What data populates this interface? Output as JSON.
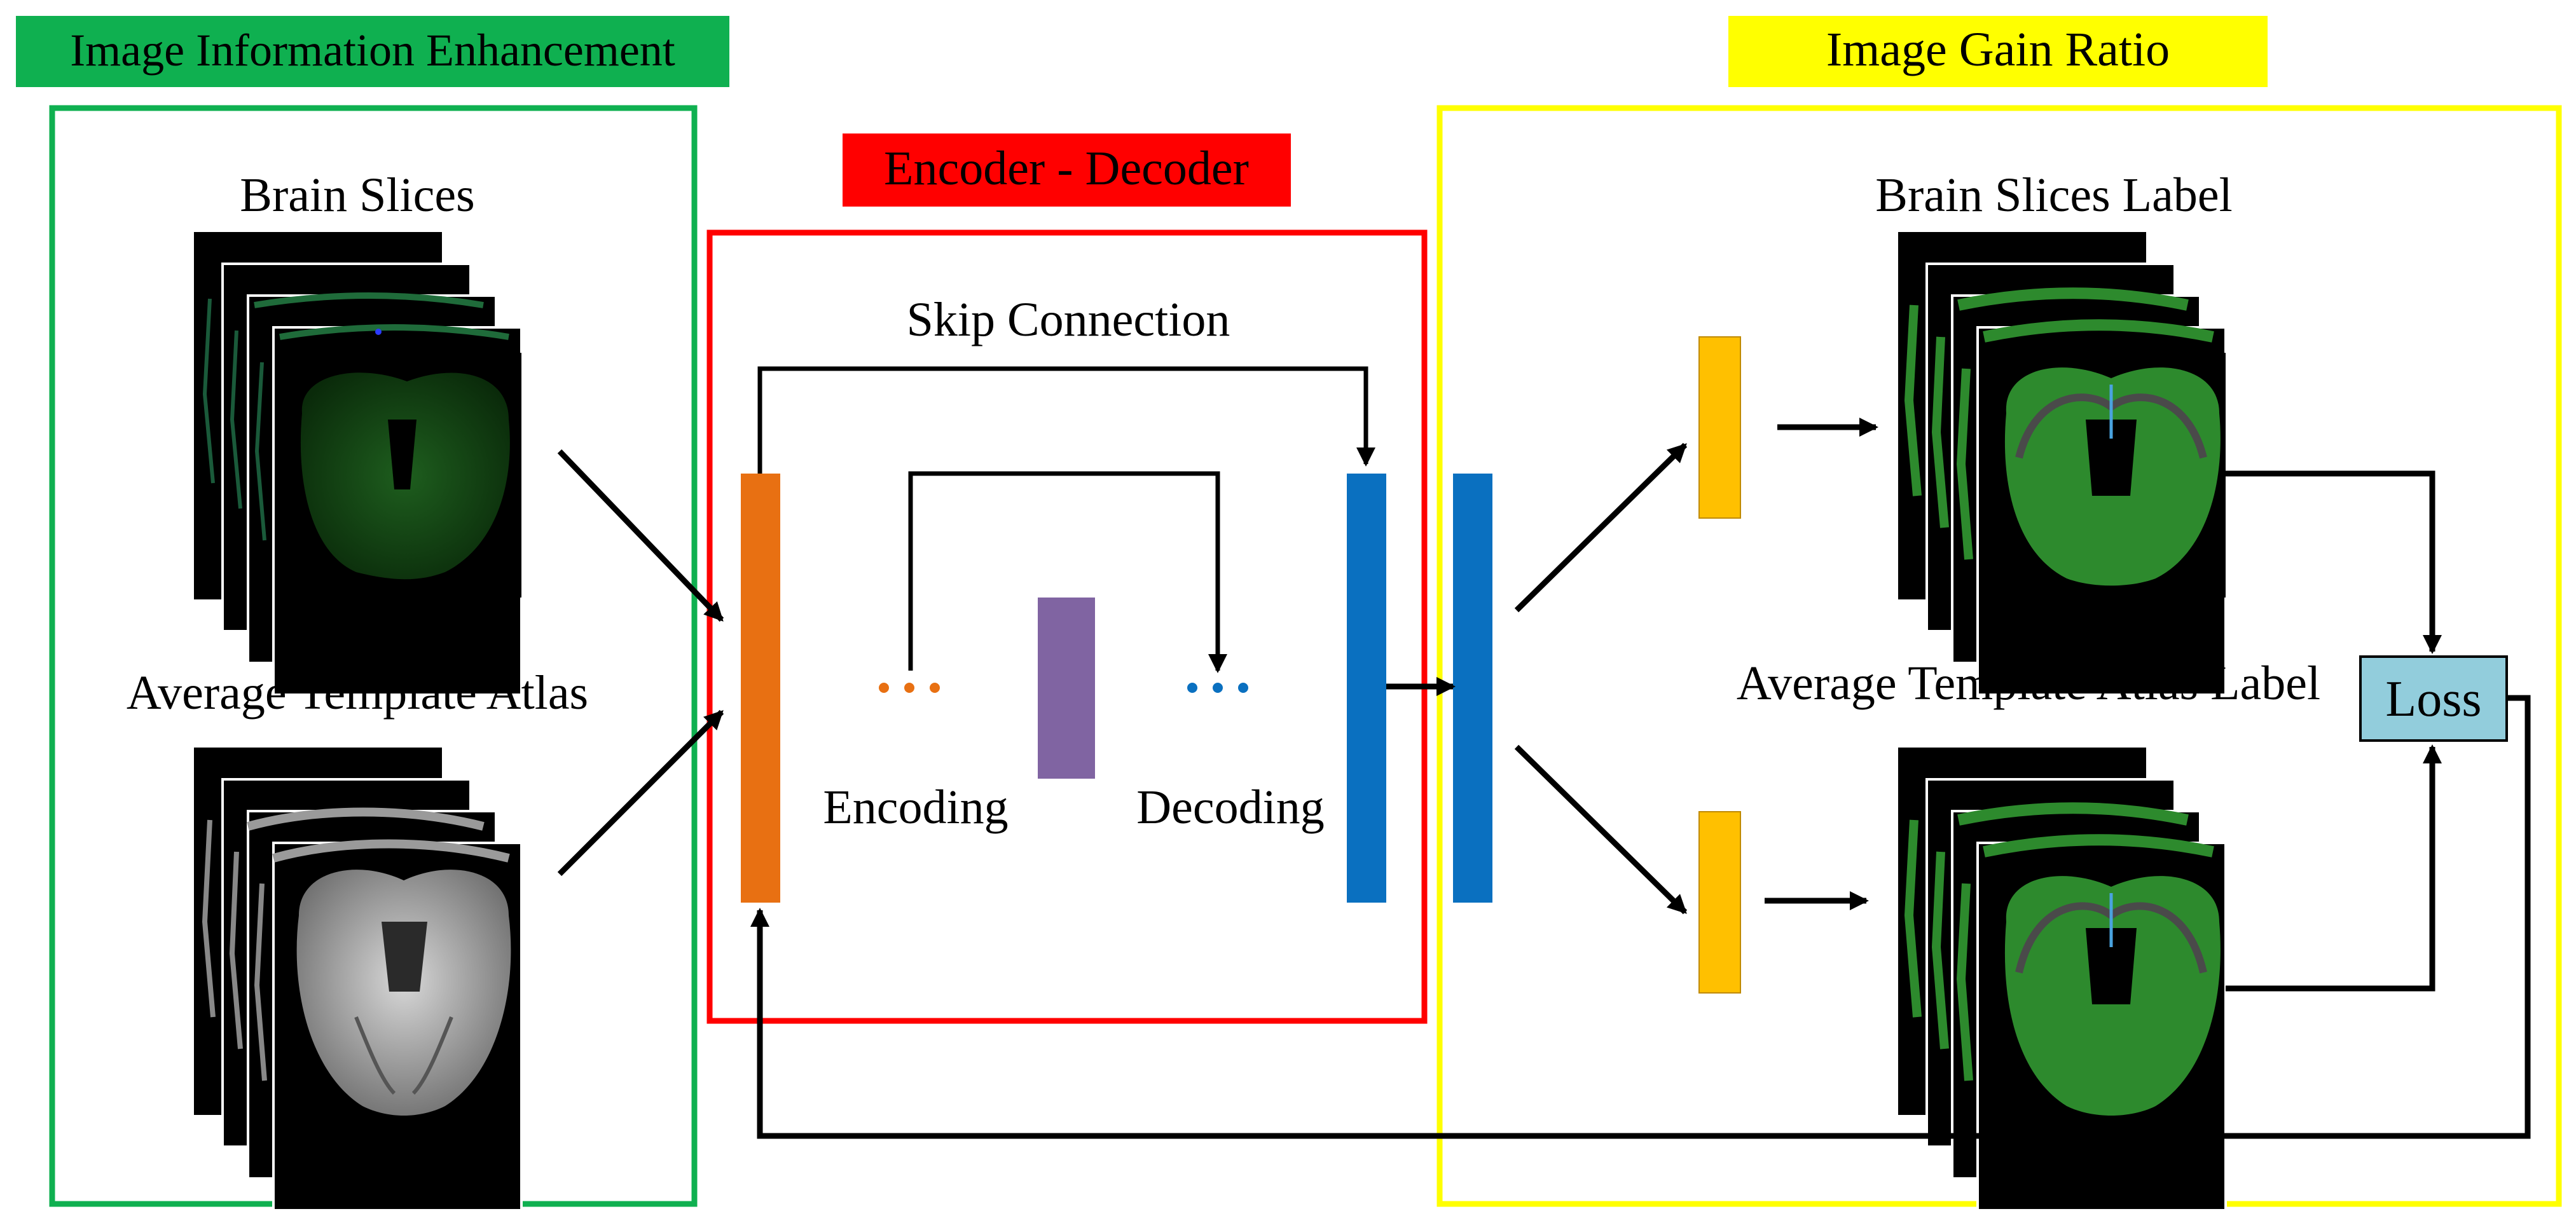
{
  "sections": {
    "enhancement": {
      "label": "Image Information Enhancement",
      "color": "#0fb050"
    },
    "encoder_decoder": {
      "label": "Encoder - Decoder",
      "color": "#ff0000"
    },
    "gain_ratio": {
      "label": "Image Gain Ratio",
      "color": "#ffff00"
    }
  },
  "labels": {
    "brain_slices": "Brain Slices",
    "average_template_atlas": "Average Template Atlas",
    "skip_connection": "Skip Connection",
    "encoding": "Encoding",
    "decoding": "Decoding",
    "brain_slices_label": "Brain Slices Label",
    "average_template_atlas_label": "Average Template Atlas Label",
    "loss": "Loss"
  },
  "colors": {
    "encoder_block": "#e87012",
    "bottleneck_block": "#8064a2",
    "decoder_block": "#0a70c0",
    "output_block": "#ffc000",
    "loss_box": "#92cddc",
    "label_green": "#2d8a2d",
    "slice_green": "#145214",
    "template_gray": "#9a9a9a",
    "arrow": "#000000"
  },
  "icons": {
    "brain_slice_stack": "fluorescent-brain-slice-stack",
    "atlas_stack": "grayscale-atlas-stack",
    "label_stack": "segmented-label-stack"
  }
}
